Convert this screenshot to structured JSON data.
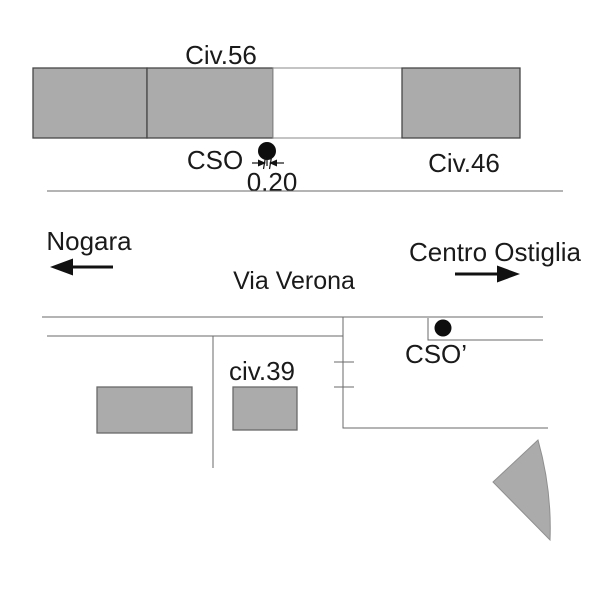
{
  "diagram": {
    "upper": {
      "civ56_label": "Civ.56",
      "civ46_label": "Civ.46",
      "cso_label": "CSO",
      "dimension_label": "0.20"
    },
    "middle": {
      "left_direction": "Nogara",
      "street_name": "Via Verona",
      "right_direction": "Centro Ostiglia"
    },
    "lower": {
      "civ39_label": "civ.39",
      "cso_prime_label": "CSO’"
    }
  },
  "icons": {
    "left_direction_arrow": "←",
    "right_direction_arrow": "→",
    "survey_point": "●"
  },
  "colors": {
    "background": "#ffffff",
    "building_fill": "#ababab",
    "building_stroke": "#474747",
    "courtyard_fill": "#ffffff",
    "thin_line": "#6a6a6a",
    "marker": "#0d0d0d",
    "text": "#1a1a1a"
  }
}
